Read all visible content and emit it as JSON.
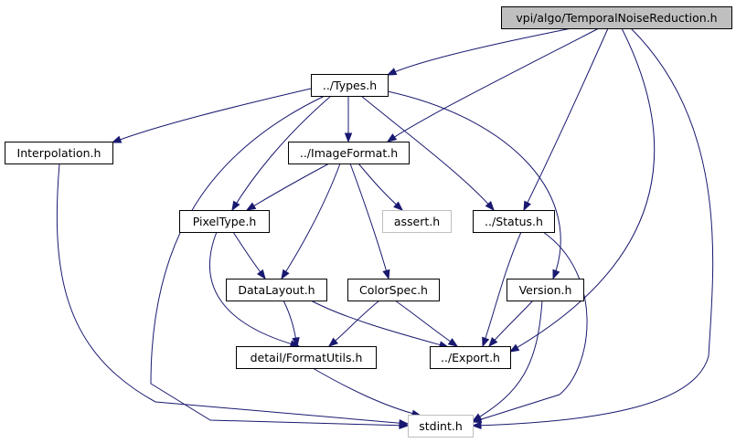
{
  "colors": {
    "edge": "#191970",
    "node_border": "#000000",
    "node_border_external": "#bfbfbf",
    "node_fill": "#ffffff",
    "node_fill_root": "#bfbfbf"
  },
  "nodes": [
    {
      "id": "root",
      "label": "vpi/algo/TemporalNoiseReduction.h",
      "style": "root"
    },
    {
      "id": "types",
      "label": "../Types.h",
      "style": "normal"
    },
    {
      "id": "interp",
      "label": "Interpolation.h",
      "style": "normal"
    },
    {
      "id": "imgfmt",
      "label": "../ImageFormat.h",
      "style": "normal"
    },
    {
      "id": "pixtype",
      "label": "PixelType.h",
      "style": "normal"
    },
    {
      "id": "assert",
      "label": "assert.h",
      "style": "external"
    },
    {
      "id": "status",
      "label": "../Status.h",
      "style": "normal"
    },
    {
      "id": "datalayout",
      "label": "DataLayout.h",
      "style": "normal"
    },
    {
      "id": "colorspec",
      "label": "ColorSpec.h",
      "style": "normal"
    },
    {
      "id": "version",
      "label": "Version.h",
      "style": "normal"
    },
    {
      "id": "formatutils",
      "label": "detail/FormatUtils.h",
      "style": "normal"
    },
    {
      "id": "export",
      "label": "../Export.h",
      "style": "normal"
    },
    {
      "id": "stdint",
      "label": "stdint.h",
      "style": "external"
    }
  ],
  "edges": [
    {
      "from": "root",
      "to": "types"
    },
    {
      "from": "root",
      "to": "imgfmt"
    },
    {
      "from": "root",
      "to": "status"
    },
    {
      "from": "root",
      "to": "export"
    },
    {
      "from": "root",
      "to": "stdint"
    },
    {
      "from": "types",
      "to": "interp"
    },
    {
      "from": "types",
      "to": "imgfmt"
    },
    {
      "from": "types",
      "to": "pixtype"
    },
    {
      "from": "types",
      "to": "status"
    },
    {
      "from": "types",
      "to": "version"
    },
    {
      "from": "types",
      "to": "stdint"
    },
    {
      "from": "imgfmt",
      "to": "pixtype"
    },
    {
      "from": "imgfmt",
      "to": "assert"
    },
    {
      "from": "imgfmt",
      "to": "datalayout"
    },
    {
      "from": "imgfmt",
      "to": "colorspec"
    },
    {
      "from": "interp",
      "to": "stdint"
    },
    {
      "from": "pixtype",
      "to": "datalayout"
    },
    {
      "from": "pixtype",
      "to": "formatutils"
    },
    {
      "from": "status",
      "to": "export"
    },
    {
      "from": "status",
      "to": "stdint"
    },
    {
      "from": "datalayout",
      "to": "formatutils"
    },
    {
      "from": "datalayout",
      "to": "export"
    },
    {
      "from": "colorspec",
      "to": "formatutils"
    },
    {
      "from": "colorspec",
      "to": "export"
    },
    {
      "from": "version",
      "to": "export"
    },
    {
      "from": "version",
      "to": "stdint"
    },
    {
      "from": "formatutils",
      "to": "stdint"
    }
  ]
}
